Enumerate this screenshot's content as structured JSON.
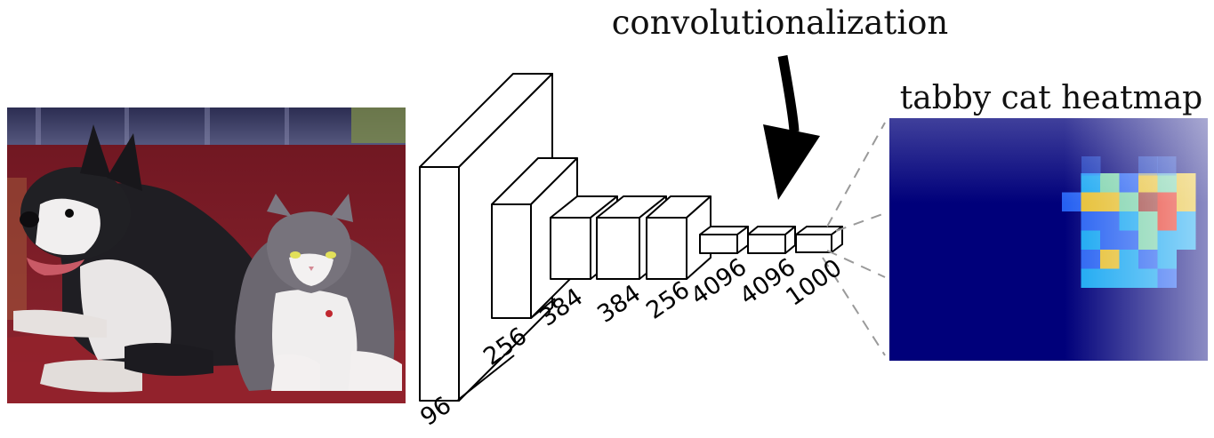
{
  "top_label": "convolutionalization",
  "heatmap_title": "tabby cat heatmap",
  "layers": [
    {
      "label": "96"
    },
    {
      "label": "256"
    },
    {
      "label": "384"
    },
    {
      "label": "384"
    },
    {
      "label": "256"
    },
    {
      "label": "4096"
    },
    {
      "label": "4096"
    },
    {
      "label": "1000"
    }
  ],
  "photo": {
    "subjects": [
      "dog",
      "cat"
    ],
    "colors": {
      "sofa": "#7a1a22",
      "wall": "#3d3f6e",
      "dog": "#222226",
      "cat_grey": "#6e6a72"
    }
  },
  "heatmap": {
    "background": "#00007a",
    "colors": [
      "#ffd42a",
      "#ff3b1f",
      "#88e9b0",
      "#19b9ff",
      "#2a6cff",
      "#b04a3a"
    ]
  }
}
